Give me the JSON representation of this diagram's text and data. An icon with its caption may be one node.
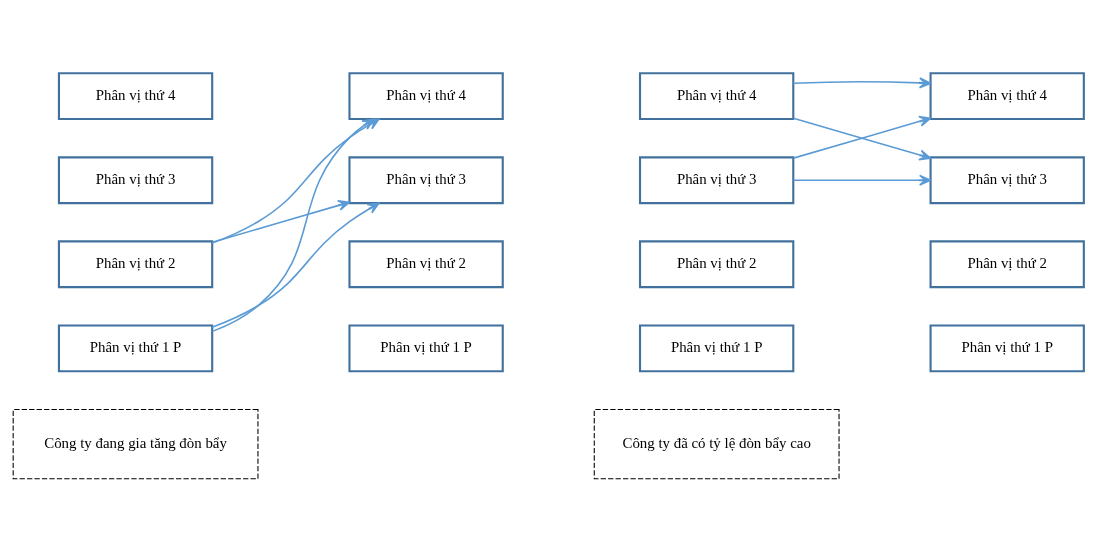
{
  "diagram": {
    "nodes": [
      {
        "text": [
          "Phân vị thứ 4"
        ]
      },
      {
        "text": [
          "Phân vị thứ 3"
        ]
      },
      {
        "text": [
          "Phân vị thứ 2"
        ]
      },
      {
        "text": [
          "Phân vị thứ 1 P"
        ]
      },
      {
        "text": [
          "Phân vị thứ 4"
        ]
      },
      {
        "text": [
          "Phân vị thứ 3"
        ]
      },
      {
        "text": [
          "Phân vị thứ 2"
        ]
      },
      {
        "text": [
          "Phân vị thứ 1 P"
        ]
      },
      {
        "text": [
          "Công ty đang gia tăng đòn bẩy"
        ]
      },
      {
        "text": [
          "Phân vị thứ 4"
        ]
      },
      {
        "text": [
          "Phân vị thứ 3"
        ]
      },
      {
        "text": [
          "Phân vị thứ 2"
        ]
      },
      {
        "text": [
          "Phân vị thứ 1 P"
        ]
      },
      {
        "text": [
          "Phân vị thứ 4"
        ]
      },
      {
        "text": [
          "Phân vị thứ 3"
        ]
      },
      {
        "text": [
          "Phân vị thứ 2"
        ]
      },
      {
        "text": [
          "Phân vị thứ 1 P"
        ]
      },
      {
        "text": [
          "Công ty đã có tỷ lệ đòn bẩy cao"
        ]
      }
    ],
    "edges": [
      {
        "from": 2,
        "to": 4,
        "arrow": "to"
      },
      {
        "from": 2,
        "to": 5,
        "arrow": "to"
      },
      {
        "from": 3,
        "to": 4,
        "arrow": "to"
      },
      {
        "from": 3,
        "to": 5,
        "arrow": "to"
      },
      {
        "from": 9,
        "to": 13,
        "arrow": "to"
      },
      {
        "from": 9,
        "to": 14,
        "arrow": "to"
      },
      {
        "from": 10,
        "to": 13,
        "arrow": "to"
      },
      {
        "from": 10,
        "to": 14,
        "arrow": "to"
      }
    ]
  }
}
